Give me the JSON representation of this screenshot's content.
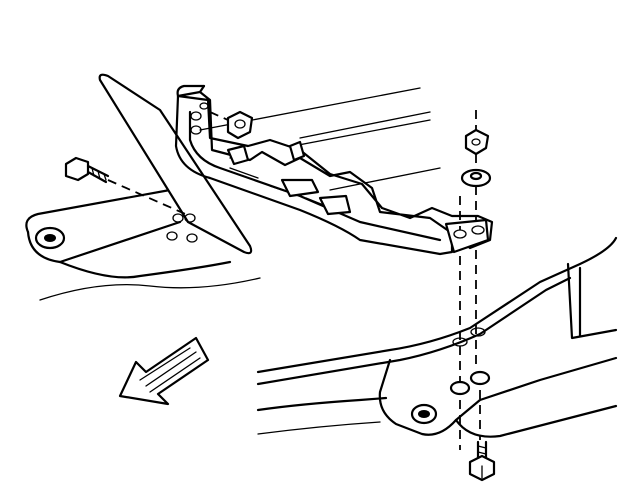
{
  "diagram": {
    "parts": [
      {
        "name": "frame-side-rail-left"
      },
      {
        "name": "frame-side-rail-right"
      },
      {
        "name": "crossmember"
      },
      {
        "name": "insulator-plate"
      },
      {
        "name": "crossmember-bolt"
      },
      {
        "name": "crossmember-nut"
      },
      {
        "name": "mount-nut"
      },
      {
        "name": "mount-washer"
      },
      {
        "name": "mount-bolt"
      }
    ],
    "direction_indicator": "front-arrow-icon"
  }
}
